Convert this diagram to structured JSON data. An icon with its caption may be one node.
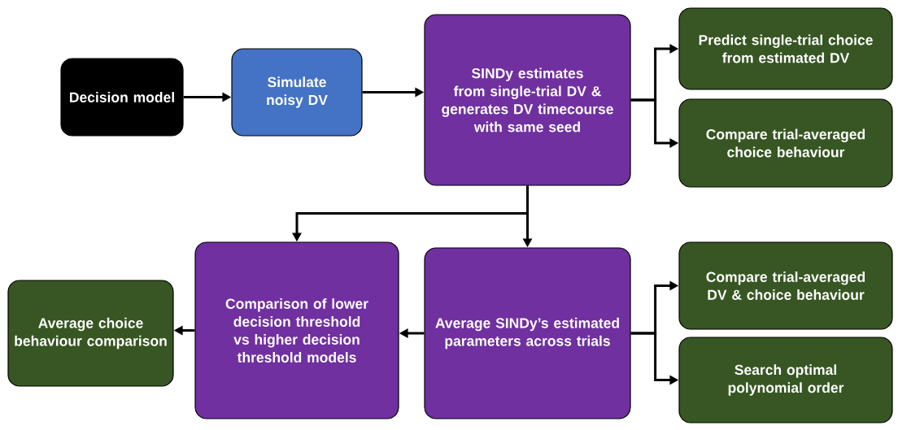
{
  "diagram": {
    "nodes": [
      {
        "text": [
          "Decision model"
        ]
      },
      {
        "text": [
          "Simulate noisy DV"
        ]
      },
      {
        "text": [
          "SINDy estimates from single-trial DV & generates DV timecourse with same seed"
        ]
      },
      {
        "text": [
          "Predict single-trial choice from estimated DV"
        ]
      },
      {
        "text": [
          "Compare trial-averaged choice behaviour"
        ]
      },
      {
        "text": [
          "Comparison of lower decision threshold vs higher decision threshold models"
        ]
      },
      {
        "text": [
          "Average SINDy’s estimated parameters across trials"
        ]
      },
      {
        "text": [
          "Compare trial-averaged DV & choice behaviour"
        ]
      },
      {
        "text": [
          "Search optimal polynomial order"
        ]
      },
      {
        "text": [
          "Average choice behaviour comparison"
        ]
      }
    ],
    "edges": [
      {
        "from": 0,
        "to": 1,
        "arrow": "to"
      },
      {
        "from": 1,
        "to": 2,
        "arrow": "to"
      },
      {
        "from": 2,
        "to": 3,
        "arrow": "to"
      },
      {
        "from": 2,
        "to": 4,
        "arrow": "to"
      },
      {
        "from": 2,
        "to": 6,
        "arrow": "to"
      },
      {
        "from": 2,
        "to": 5,
        "arrow": "to"
      },
      {
        "from": 6,
        "to": 5,
        "arrow": "to"
      },
      {
        "from": 5,
        "to": 9,
        "arrow": "to"
      },
      {
        "from": 6,
        "to": 7,
        "arrow": "to"
      },
      {
        "from": 6,
        "to": 8,
        "arrow": "to"
      }
    ]
  }
}
